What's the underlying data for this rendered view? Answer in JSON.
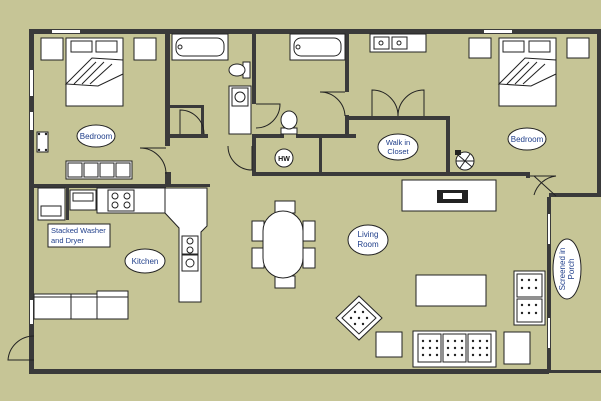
{
  "floor_plan": {
    "labels": {
      "bedroom_left": "Bedroom",
      "bedroom_right": "Bedroom",
      "walk_in_closet_line1": "Walk in",
      "walk_in_closet_line2": "Closet",
      "hw": "HW",
      "stacked_washer_line1": "Stacked Washer",
      "stacked_washer_line2": "and Dryer",
      "kitchen": "Kitchen",
      "living_room_line1": "Living",
      "living_room_line2": "Room",
      "screened_porch_line1": "Screened in",
      "screened_porch_line2": "Porch"
    },
    "colors": {
      "floor": "#c6c596",
      "walls": "#3a3a3a",
      "furniture": "#ffffff",
      "label_text": "#1f3e8a"
    }
  }
}
